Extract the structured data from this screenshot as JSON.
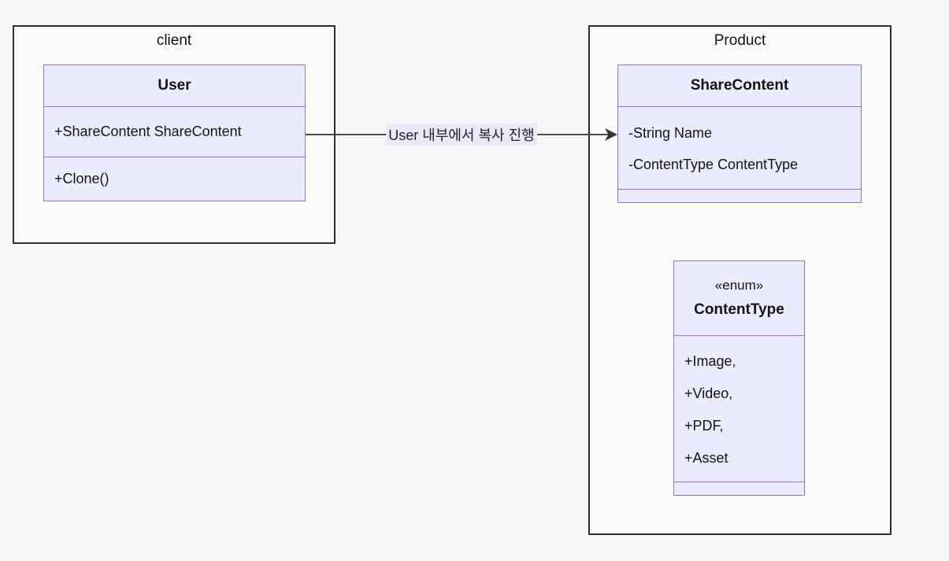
{
  "diagram": {
    "type": "uml-class-diagram",
    "colors": {
      "page_background": "#f5f6f8",
      "class_fill": "#ECECFF",
      "class_border": "#9370DB",
      "container_border": "#2e2e2e",
      "edge_color": "#333333",
      "edge_label_background": "#e9e9fa",
      "text": "#131313"
    },
    "containers": [
      {
        "id": "client",
        "label": "client"
      },
      {
        "id": "product",
        "label": "Product"
      }
    ],
    "classes": {
      "user": {
        "title": "User",
        "fields": [
          "+ShareContent ShareContent"
        ],
        "methods": [
          "+Clone()"
        ]
      },
      "share_content": {
        "title": "ShareContent",
        "fields": [
          "-String Name",
          "-ContentType ContentType"
        ],
        "methods": []
      },
      "content_type": {
        "stereotype": "«enum»",
        "title": "ContentType",
        "fields": [
          "+Image,",
          "+Video,",
          "+PDF,",
          "+Asset"
        ],
        "methods": []
      }
    },
    "edges": [
      {
        "from": "User",
        "to": "ShareContent",
        "label": "User 내부에서 복사 진행",
        "style": "solid-arrow"
      }
    ]
  }
}
